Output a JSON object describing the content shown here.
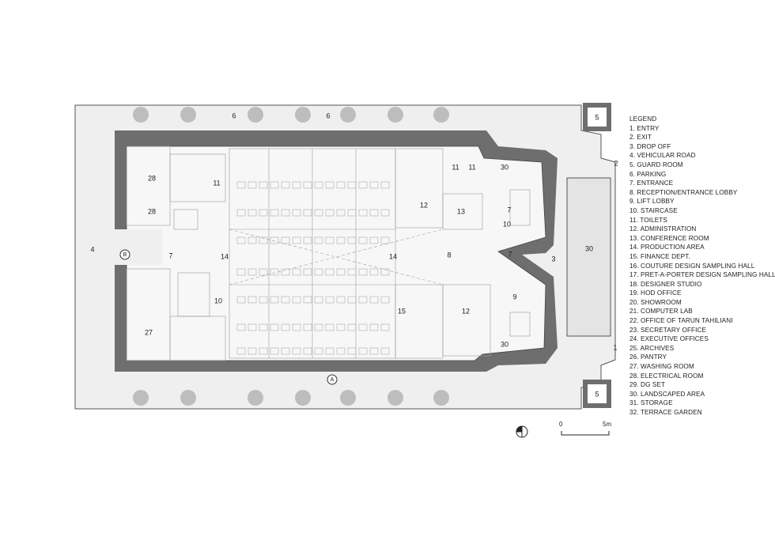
{
  "legend": {
    "title": "LEGEND",
    "items": [
      "1. ENTRY",
      "2. EXIT",
      "3. DROP OFF",
      "4. VEHICULAR ROAD",
      "5. GUARD ROOM",
      "6. PARKING",
      "7. ENTRANCE",
      "8. RECEPTION/ENTRANCE LOBBY",
      "9. LIFT LOBBY",
      "10.   STAIRCASE",
      "11.   TOILETS",
      "12.   ADMINISTRATION",
      "13.   CONFERENCE ROOM",
      "14.   PRODUCTION AREA",
      "15.   FINANCE DEPT.",
      "16.   COUTURE DESIGN SAMPLING HALL",
      "17.   PRET-A-PORTER DESIGN SAMPLING HALL",
      "18.   DESIGNER STUDIO",
      "19.   HOD OFFICE",
      "20.   SHOWROOM",
      "21.   COMPUTER LAB",
      "22.   OFFICE OF TARUN TAHILIANI",
      "23.   SECRETARY OFFICE",
      "24.   EXECUTIVE OFFICES",
      "25.   ARCHIVES",
      "26.   PANTRY",
      "27.   WASHING ROOM",
      "28.   ELECTRICAL ROOM",
      "29.   DG SET",
      "30.   LANDSCAPED AREA",
      "31.   STORAGE",
      "32.   TERRACE GARDEN"
    ]
  },
  "plan_labels": {
    "parking": "6",
    "guard_room": "5",
    "exit": "2",
    "entry": "1",
    "drop_off": "3",
    "landscaped": "30",
    "vehicular_road": "4",
    "section_b": "B",
    "section_a": "A",
    "entrance": "7",
    "electrical": "28",
    "toilets": "11",
    "washing": "27",
    "staircase": "10",
    "production": "14",
    "reception": "8",
    "administration": "12",
    "finance": "15",
    "conference": "13",
    "lift_lobby": "9"
  },
  "scale_bar": {
    "start": "0",
    "end": "5m"
  },
  "colors": {
    "wall": "#6e6e6e",
    "paving": "#ececec",
    "line": "#444444"
  }
}
